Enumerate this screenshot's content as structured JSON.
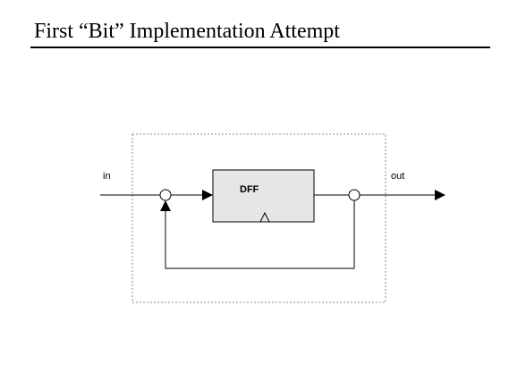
{
  "slide": {
    "title": "First “Bit” Implementation Attempt"
  },
  "diagram": {
    "input_label": "in",
    "output_label": "out",
    "block_label": "DFF",
    "colors": {
      "block_fill": "#e6e6e6",
      "stroke": "#000000",
      "boundary": "#888888"
    }
  }
}
